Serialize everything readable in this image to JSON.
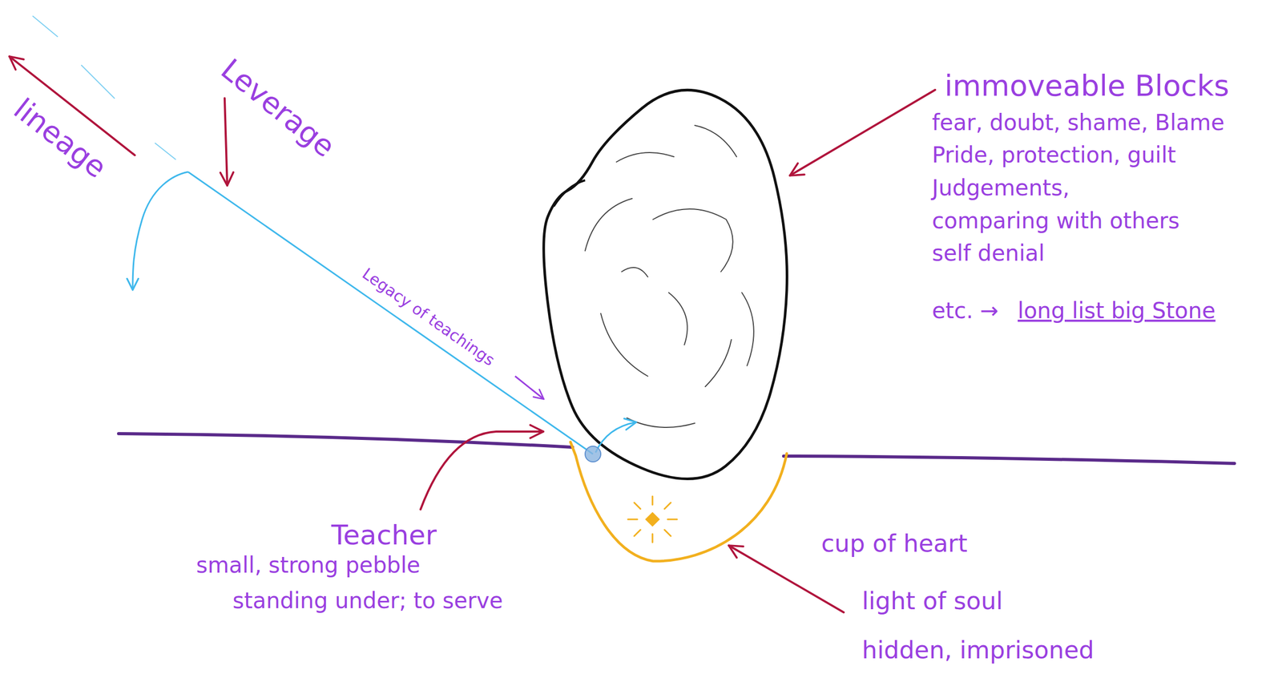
{
  "diagram": {
    "labels": [
      "lineage",
      "Leverage",
      "immoveable Blocks",
      "fear, doubt, shame, Blame",
      "Pride, protection, guilt",
      "Judgements,",
      "comparing with others",
      "self denial",
      "etc. →",
      "long list big Stone",
      "Legacy of teachings",
      "Teacher",
      "small, strong pebble",
      "standing under; to serve",
      "cup of heart",
      "light of soul",
      "hidden, imprisoned"
    ]
  }
}
